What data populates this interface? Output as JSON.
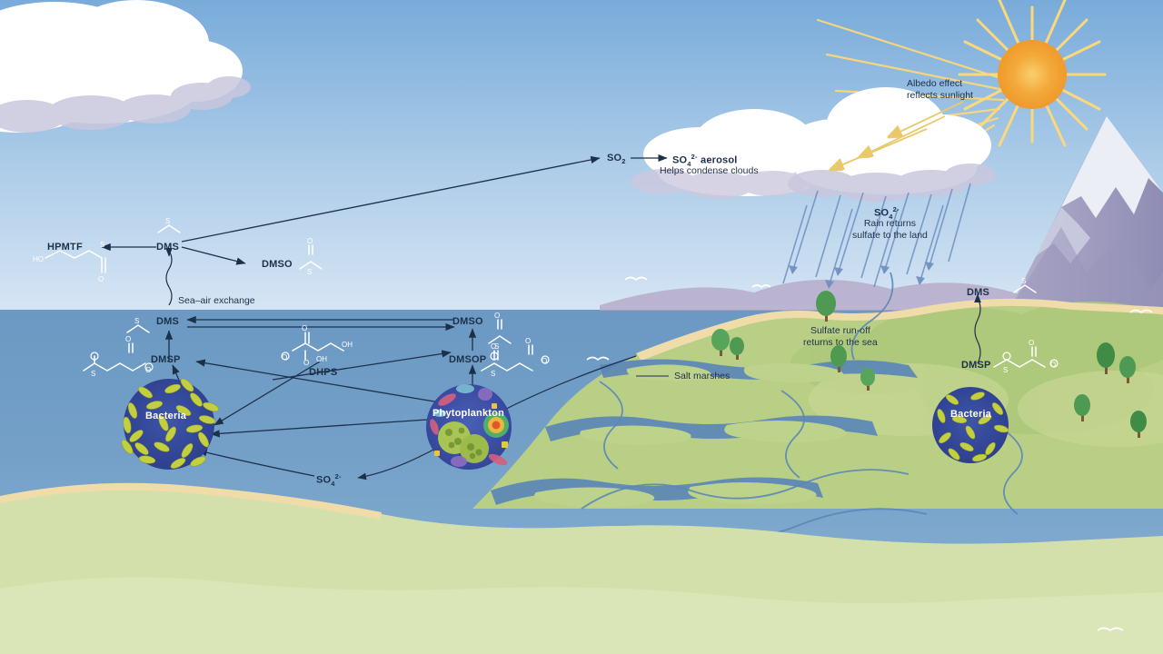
{
  "title": "Marine sulfur cycle (DMS/DMSP) diagram",
  "palette": {
    "sky_top": "#79abda",
    "sky_bottom": "#d3e4f3",
    "ocean_top": "#6f9dc6",
    "ocean_bottom": "#7ba7cb",
    "land_green": "#b9cf86",
    "land_pale": "#d5e1ac",
    "sand": "#f0dca8",
    "cloud_white": "#ffffff",
    "cloud_shade": "#c9c7dd",
    "mountain_rock": "#a9a6c6",
    "mountain_snow": "#eceef6",
    "sun_core": "#f4a93c",
    "sun_ray": "#fbd87a",
    "ink": "#1d3049",
    "bacteria_body": "#c3cf3f",
    "plankton_disc": "#3b4fa0",
    "water_channel": "#5b87b7"
  },
  "atmosphere": {
    "hpmtf": {
      "label": "HPMTF",
      "atoms": [
        "HO",
        "O",
        "S",
        "O"
      ]
    },
    "dms": {
      "label": "DMS",
      "atoms": [
        "S"
      ]
    },
    "dmso": {
      "label": "DMSO",
      "atoms": [
        "O",
        "S"
      ]
    },
    "so2": {
      "label": "SO",
      "sub": "2"
    },
    "aerosol": {
      "label": "SO",
      "sub": "4",
      "sup": "2-",
      "suffix": " aerosol",
      "caption": "Helps condense clouds"
    },
    "albedo": {
      "line1": "Albedo effect",
      "line2": "reflects sunlight"
    },
    "rain": {
      "label": "SO",
      "sub": "4",
      "sup": "2-",
      "line1": "Rain returns",
      "line2": "sulfate to the land"
    },
    "sea_air": "Sea–air exchange"
  },
  "ocean": {
    "dms": {
      "label": "DMS"
    },
    "dmsp": {
      "label": "DMSP"
    },
    "dmso": {
      "label": "DMSO"
    },
    "dmsop": {
      "label": "DMSOP"
    },
    "dhps": {
      "label": "DHPS",
      "atoms": [
        "O",
        "S",
        "O",
        "OH",
        "OH"
      ]
    },
    "sulfate": {
      "label": "SO",
      "sub": "4",
      "sup": "2-"
    },
    "bacteria": {
      "label": "Bacteria"
    },
    "phytoplankton": {
      "label": "Phytoplankton"
    }
  },
  "land": {
    "dms": {
      "label": "DMS"
    },
    "dmsp": {
      "label": "DMSP"
    },
    "bacteria": {
      "label": "Bacteria"
    },
    "runoff": {
      "line1": "Sulfate run-off",
      "line2": "returns to the sea"
    },
    "marshes": {
      "label": "Salt marshes"
    }
  },
  "chart_data": {
    "type": "diagram",
    "title": "Marine sulfur cycle",
    "nodes": [
      {
        "id": "hpmtf",
        "label": "HPMTF",
        "zone": "atmosphere"
      },
      {
        "id": "dms_air",
        "label": "DMS",
        "zone": "atmosphere"
      },
      {
        "id": "dmso_air",
        "label": "DMSO",
        "zone": "atmosphere"
      },
      {
        "id": "so2",
        "label": "SO2",
        "zone": "atmosphere"
      },
      {
        "id": "aerosol",
        "label": "SO4 2- aerosol",
        "zone": "atmosphere"
      },
      {
        "id": "rain",
        "label": "SO4 2- rain",
        "zone": "atmosphere"
      },
      {
        "id": "dms_sea",
        "label": "DMS",
        "zone": "ocean"
      },
      {
        "id": "dmsp_sea",
        "label": "DMSP",
        "zone": "ocean"
      },
      {
        "id": "dmso_sea",
        "label": "DMSO",
        "zone": "ocean"
      },
      {
        "id": "dmsop_sea",
        "label": "DMSOP",
        "zone": "ocean"
      },
      {
        "id": "dhps",
        "label": "DHPS",
        "zone": "ocean"
      },
      {
        "id": "so4_sea",
        "label": "SO4 2-",
        "zone": "ocean"
      },
      {
        "id": "bacteria_sea",
        "label": "Bacteria",
        "zone": "ocean"
      },
      {
        "id": "phytoplankton",
        "label": "Phytoplankton",
        "zone": "ocean"
      },
      {
        "id": "dms_land",
        "label": "DMS",
        "zone": "land"
      },
      {
        "id": "dmsp_land",
        "label": "DMSP",
        "zone": "land"
      },
      {
        "id": "bacteria_land",
        "label": "Bacteria",
        "zone": "land"
      }
    ],
    "edges": [
      {
        "from": "dms_air",
        "to": "hpmtf"
      },
      {
        "from": "dms_air",
        "to": "dmso_air"
      },
      {
        "from": "dms_air",
        "to": "so2"
      },
      {
        "from": "so2",
        "to": "aerosol"
      },
      {
        "from": "aerosol",
        "to": "rain"
      },
      {
        "from": "dms_sea",
        "to": "dms_air",
        "style": "wavy",
        "label": "Sea-air exchange"
      },
      {
        "from": "dmsp_sea",
        "to": "dms_sea"
      },
      {
        "from": "dmsop_sea",
        "to": "dmso_sea"
      },
      {
        "from": "dms_sea",
        "to": "dmso_sea"
      },
      {
        "from": "phytoplankton",
        "to": "dmsp_sea"
      },
      {
        "from": "phytoplankton",
        "to": "dmsop_sea"
      },
      {
        "from": "bacteria_sea",
        "to": "dmsp_sea"
      },
      {
        "from": "dhps",
        "to": "bacteria_sea"
      },
      {
        "from": "phytoplankton",
        "to": "bacteria_sea"
      },
      {
        "from": "so4_sea",
        "to": "bacteria_sea"
      },
      {
        "from": "so4_sea",
        "to": "phytoplankton"
      },
      {
        "from": "dmsp_land",
        "to": "dms_land",
        "style": "wavy"
      },
      {
        "from": "rain",
        "to": "so4_sea",
        "label": "Sulfate run-off returns to the sea"
      }
    ]
  }
}
